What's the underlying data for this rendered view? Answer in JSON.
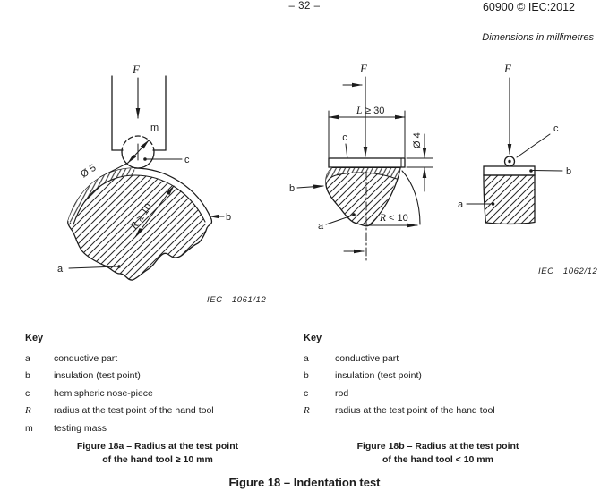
{
  "header": {
    "page_number": "– 32 –",
    "doc_ref": "60900 © IEC:2012",
    "dimensions_note": "Dimensions in millimetres"
  },
  "fig_a": {
    "force": "F",
    "mass_label": "m",
    "label_a": "a",
    "label_b": "b",
    "label_c": "c",
    "dim_d5": "Ø 5",
    "radius_sym": "R",
    "radius_val": "≥ 10",
    "iec_ref": "IEC 1061/12",
    "caption1": "Figure 18a – Radius at the test point",
    "caption2": "of the hand tool ≥ 10 mm",
    "key": {
      "title": "Key",
      "items": [
        {
          "symbol": "a",
          "desc": "conductive part"
        },
        {
          "symbol": "b",
          "desc": "insulation (test point)"
        },
        {
          "symbol": "c",
          "desc": "hemispheric nose-piece"
        },
        {
          "symbol": "R",
          "desc": "radius at the test point of the hand tool"
        },
        {
          "symbol": "m",
          "desc": "testing mass"
        }
      ]
    }
  },
  "fig_b": {
    "force_mid": "F",
    "force_right": "F",
    "length_sym": "L",
    "length_val": "≥ 30",
    "dim_d4": "Ø 4",
    "radius_sym": "R",
    "radius_val": "< 10",
    "label_a_mid": "a",
    "label_b_mid": "b",
    "label_c_mid": "c",
    "label_a_right": "a",
    "label_b_right": "b",
    "label_c_right": "c",
    "iec_ref": "IEC 1062/12",
    "caption1": "Figure 18b – Radius at the test point",
    "caption2": "of the hand tool < 10 mm",
    "key": {
      "title": "Key",
      "items": [
        {
          "symbol": "a",
          "desc": "conductive part"
        },
        {
          "symbol": "b",
          "desc": "insulation (test point)"
        },
        {
          "symbol": "c",
          "desc": "rod"
        },
        {
          "symbol": "R",
          "desc": "radius at the test point of the hand tool"
        }
      ]
    }
  },
  "main_caption": "Figure 18 – Indentation test"
}
